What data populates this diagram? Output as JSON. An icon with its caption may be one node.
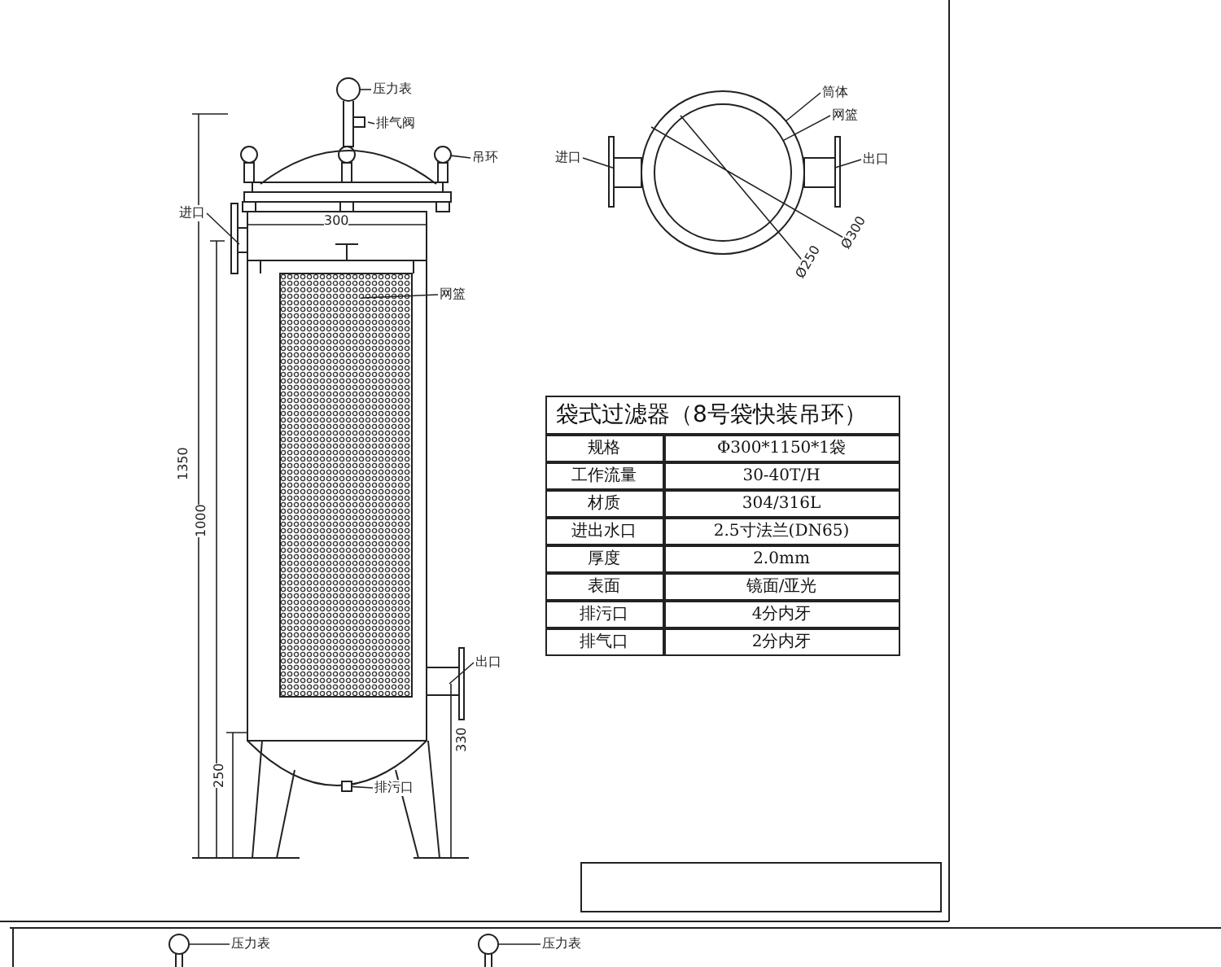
{
  "diagram": {
    "nodes": [
      {
        "text": [
          "压力表"
        ]
      },
      {
        "text": [
          "排气阀"
        ]
      },
      {
        "text": [
          "吊环"
        ]
      },
      {
        "text": [
          "进口"
        ]
      },
      {
        "text": [
          "网篮"
        ]
      },
      {
        "text": [
          "出口"
        ]
      },
      {
        "text": [
          "排污口"
        ]
      },
      {
        "text": [
          "筒体"
        ]
      },
      {
        "text": [
          "网篮"
        ]
      },
      {
        "text": [
          "进口"
        ]
      },
      {
        "text": [
          "出口"
        ]
      },
      {
        "text": [
          "压力表"
        ]
      },
      {
        "text": [
          "压力表"
        ]
      },
      {
        "text": [],
        "shape": "box"
      },
      {
        "text": [],
        "shape": "circle"
      },
      {
        "text": [],
        "shape": "circle"
      },
      {
        "text": [],
        "shape": "box"
      },
      {
        "text": [],
        "shape": "circle"
      },
      {
        "text": [],
        "shape": "circle"
      },
      {
        "text": [],
        "shape": "circle"
      },
      {
        "text": [],
        "shape": "circle",
        "in": 17
      },
      {
        "text": [],
        "shape": "box"
      },
      {
        "text": [],
        "shape": "box"
      }
    ],
    "edges": [
      {
        "from": 0,
        "to": 14,
        "arrow": "none"
      },
      {
        "from": 1,
        "to": null,
        "arrow": "none"
      },
      {
        "from": 2,
        "to": 15,
        "arrow": "none"
      },
      {
        "from": 3,
        "to": null,
        "arrow": "none"
      },
      {
        "from": 4,
        "to": null,
        "arrow": "none"
      },
      {
        "from": 5,
        "to": null,
        "arrow": "none"
      },
      {
        "from": 6,
        "to": 16,
        "arrow": "none"
      },
      {
        "from": 7,
        "to": 17,
        "arrow": "none"
      },
      {
        "from": 8,
        "to": 20,
        "arrow": "none"
      },
      {
        "from": 9,
        "to": 21,
        "arrow": "none"
      },
      {
        "from": 10,
        "to": 22,
        "arrow": "none"
      },
      {
        "from": 11,
        "to": 18,
        "arrow": "none"
      },
      {
        "from": 12,
        "to": 19,
        "arrow": "none"
      }
    ],
    "labels": [
      "300",
      "1350",
      "1000",
      "250",
      "330",
      "Ø300",
      "Ø250",
      "袋式过滤器（8号袋快装吊环）",
      "规格",
      "Φ300*1150*1袋",
      "工作流量",
      "30-40T/H",
      "材质",
      "304/316L",
      "进出水口",
      "2.5寸法兰(DN65)",
      "厚度",
      "2.0mm",
      "表面",
      "镜面/亚光",
      "排污口",
      "4分内牙",
      "排气口",
      "2分内牙"
    ]
  }
}
